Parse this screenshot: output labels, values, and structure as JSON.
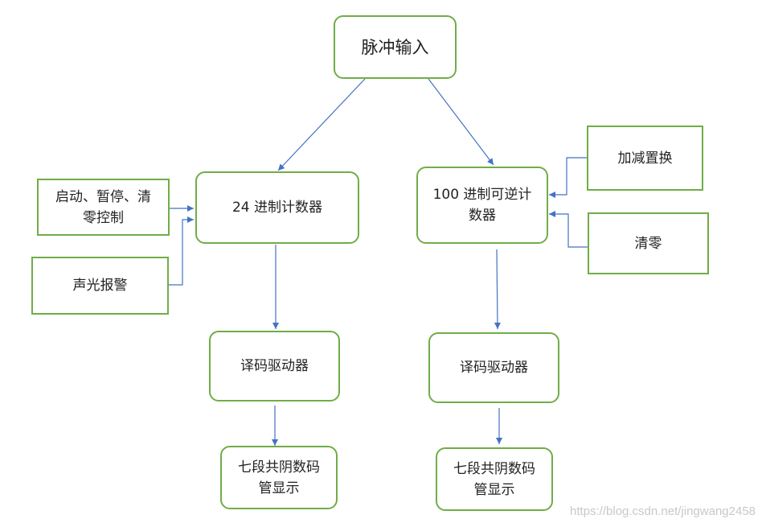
{
  "nodes": {
    "pulse_input": "脉冲输入",
    "counter_24": "24 进制计数器",
    "counter_100": "100 进制可逆计\n数器",
    "start_pause_clear": "启动、暂停、清\n零控制",
    "sound_light_alarm": "声光报警",
    "add_sub_switch": "加减置换",
    "clear": "清零",
    "decoder_left": "译码驱动器",
    "decoder_right": "译码驱动器",
    "display_left": "七段共阴数码\n管显示",
    "display_right": "七段共阴数码\n管显示"
  },
  "edges": [
    {
      "from": "pulse_input",
      "to": "counter_24"
    },
    {
      "from": "pulse_input",
      "to": "counter_100"
    },
    {
      "from": "start_pause_clear",
      "to": "counter_24"
    },
    {
      "from": "sound_light_alarm",
      "to": "counter_24"
    },
    {
      "from": "add_sub_switch",
      "to": "counter_100"
    },
    {
      "from": "clear",
      "to": "counter_100"
    },
    {
      "from": "counter_24",
      "to": "decoder_left"
    },
    {
      "from": "counter_100",
      "to": "decoder_right"
    },
    {
      "from": "decoder_left",
      "to": "display_left"
    },
    {
      "from": "decoder_right",
      "to": "display_right"
    }
  ],
  "colors": {
    "node_border": "#70ad47",
    "arrow": "#4472c4"
  },
  "watermark": "https://blog.csdn.net/jingwang2458"
}
